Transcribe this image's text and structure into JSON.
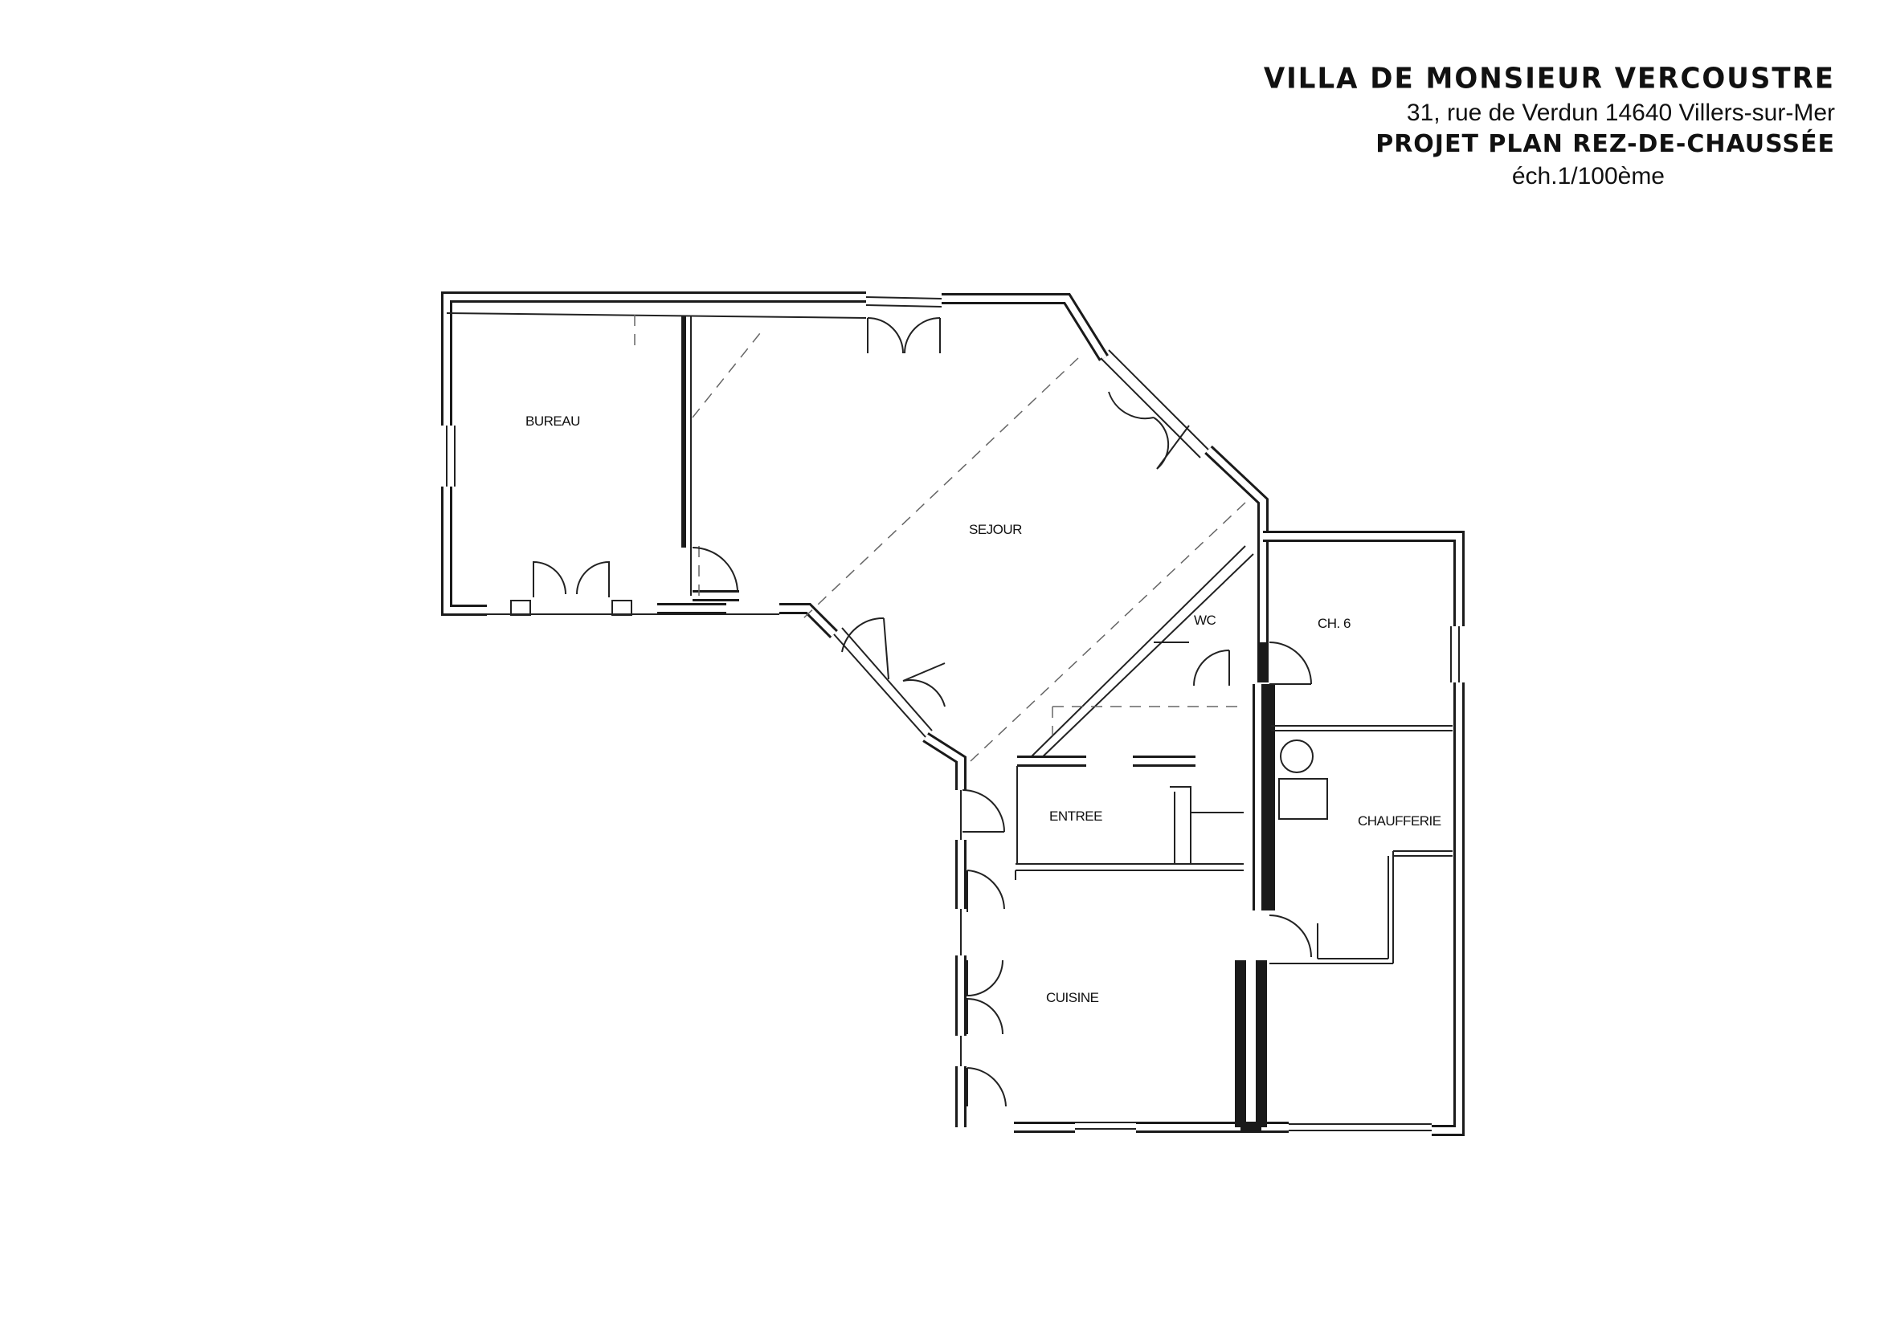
{
  "title_block": {
    "line1": "VILLA DE MONSIEUR VERCOUSTRE",
    "line2": "31, rue de Verdun   14640  Villers-sur-Mer",
    "line3": "PROJET  PLAN  REZ-DE-CHAUSSÉE",
    "line4": "éch.1/100ème"
  },
  "rooms": {
    "bureau": "BUREAU",
    "sejour": "SEJOUR",
    "wc": "WC",
    "ch6": "CH. 6",
    "entree": "ENTREE",
    "chaufferie": "CHAUFFERIE",
    "cuisine": "CUISINE"
  }
}
